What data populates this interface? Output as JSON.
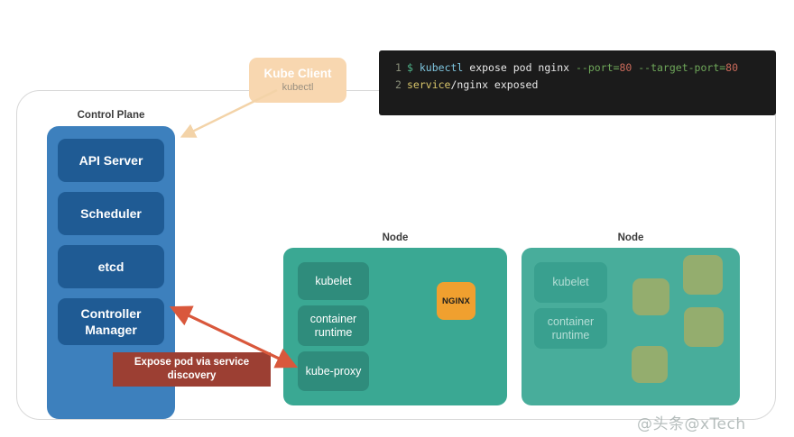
{
  "terminal": {
    "lines": [
      {
        "number": "1",
        "prompt": "$",
        "command": "kubectl",
        "args": " expose pod nginx ",
        "flag1": "--port=",
        "num1": "80",
        "space": " ",
        "flag2": "--target-port=",
        "num2": "80"
      },
      {
        "number": "2",
        "service": "service",
        "rest": "/nginx exposed"
      }
    ]
  },
  "kube_client": {
    "title": "Kube Client",
    "subtitle": "kubectl"
  },
  "control_plane": {
    "label": "Control Plane",
    "components": [
      {
        "label": "API Server"
      },
      {
        "label": "Scheduler"
      },
      {
        "label": "etcd"
      },
      {
        "label": "Controller Manager"
      }
    ]
  },
  "callout": {
    "text": "Expose pod via service discovery"
  },
  "nodes": [
    {
      "label": "Node",
      "components": [
        {
          "label": "kubelet"
        },
        {
          "label": "container runtime"
        },
        {
          "label": "kube-proxy"
        }
      ],
      "pods": [
        {
          "label": "NGINX"
        }
      ]
    },
    {
      "label": "Node",
      "components": [
        {
          "label": "kubelet"
        },
        {
          "label": "container runtime"
        }
      ],
      "pods": [
        {
          "label": ""
        },
        {
          "label": ""
        },
        {
          "label": ""
        },
        {
          "label": ""
        }
      ]
    }
  ],
  "watermark": {
    "text": "@头条@xTech"
  },
  "colors": {
    "control_plane_bg": "#3d80bd",
    "control_plane_box": "#1f5b94",
    "node_bg": "#3aa893",
    "node_box": "#2f8c7c",
    "nginx": "#f0a02f",
    "callout": "#9c3f33",
    "kube_client": "#f8d7b0",
    "terminal_bg": "#1b1b1b",
    "placeholder_pod": "#a9ad62",
    "arrow_red": "#d9583c",
    "arrow_peach": "#f3d3a8"
  }
}
